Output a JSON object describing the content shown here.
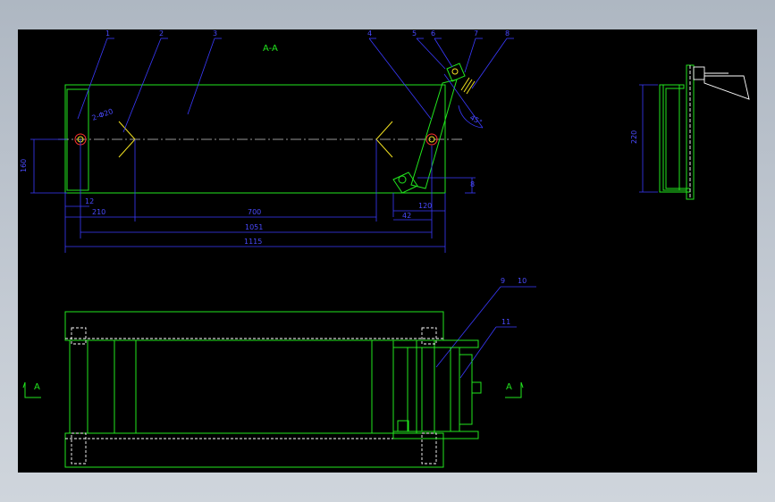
{
  "drawing": {
    "section_title": "A-A",
    "part_labels": [
      "1",
      "2",
      "3",
      "4",
      "5",
      "6",
      "7",
      "8",
      "9",
      "10",
      "11"
    ],
    "dimensions": {
      "height_left": "160",
      "d_12": "12",
      "d_210": "210",
      "d_700": "700",
      "d_1051": "1051",
      "d_1115": "1115",
      "d_120": "120",
      "d_42": "42",
      "d_small": "8",
      "right_view_height": "220"
    },
    "annotations": {
      "hole_note": "2-Φ20",
      "angle_note": "45°"
    },
    "section_arrow_left": "A",
    "section_arrow_right": "A"
  },
  "colors": {
    "outline": "#22e61e",
    "dimension": "#3a3aff",
    "weld": "#f0e020",
    "hidden": "#ffffff",
    "background": "#000000",
    "chrome": "#aeb7c2"
  }
}
